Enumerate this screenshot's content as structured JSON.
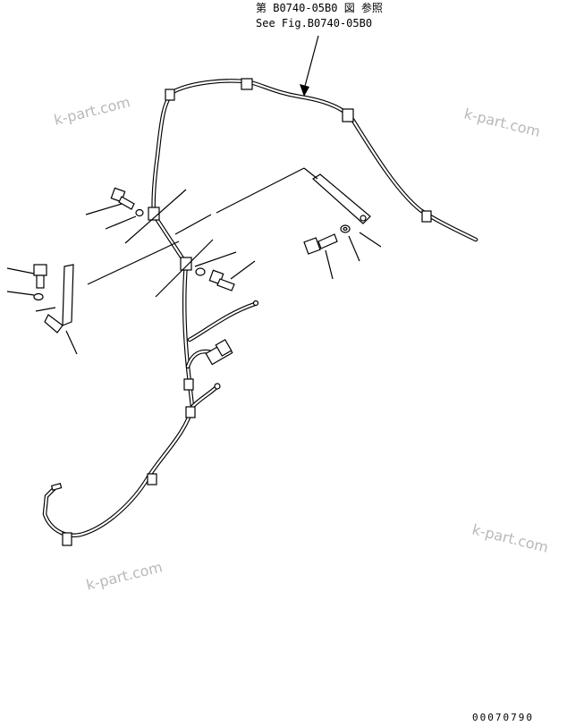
{
  "reference": {
    "line_jp": "第 B0740-05B0 図 参照",
    "line_en": "See Fig.B0740-05B0"
  },
  "watermarks": [
    "k-part.com",
    "k-part.com",
    "k-part.com",
    "k-part.com"
  ],
  "drawing_code": "00070790"
}
